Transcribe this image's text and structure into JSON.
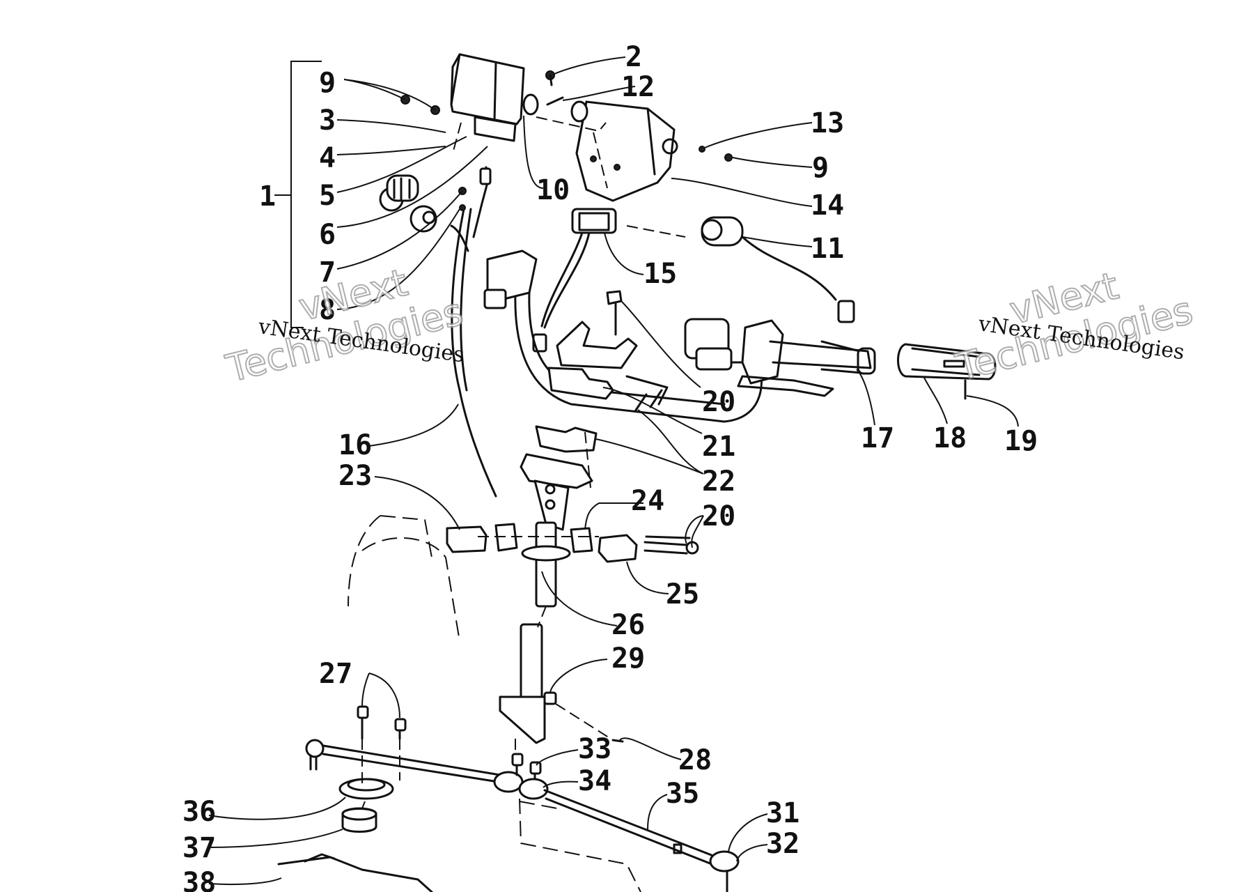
{
  "watermark": {
    "small": "vNext Technologies",
    "outline_top": "vNext",
    "outline_bottom": "Technologies"
  },
  "callouts": {
    "c1": "1",
    "c2": "2",
    "c3": "3",
    "c4": "4",
    "c5": "5",
    "c6": "6",
    "c7": "7",
    "c8": "8",
    "c9a": "9",
    "c9b": "9",
    "c10": "10",
    "c11": "11",
    "c12": "12",
    "c13": "13",
    "c14": "14",
    "c15": "15",
    "c16": "16",
    "c17": "17",
    "c18": "18",
    "c19": "19",
    "c20a": "20",
    "c20b": "20",
    "c21": "21",
    "c22": "22",
    "c23": "23",
    "c24": "24",
    "c25": "25",
    "c26": "26",
    "c27": "27",
    "c28": "28",
    "c29": "29",
    "c31": "31",
    "c32": "32",
    "c33": "33",
    "c34": "34",
    "c35": "35",
    "c36": "36",
    "c37": "37",
    "c38": "38"
  }
}
